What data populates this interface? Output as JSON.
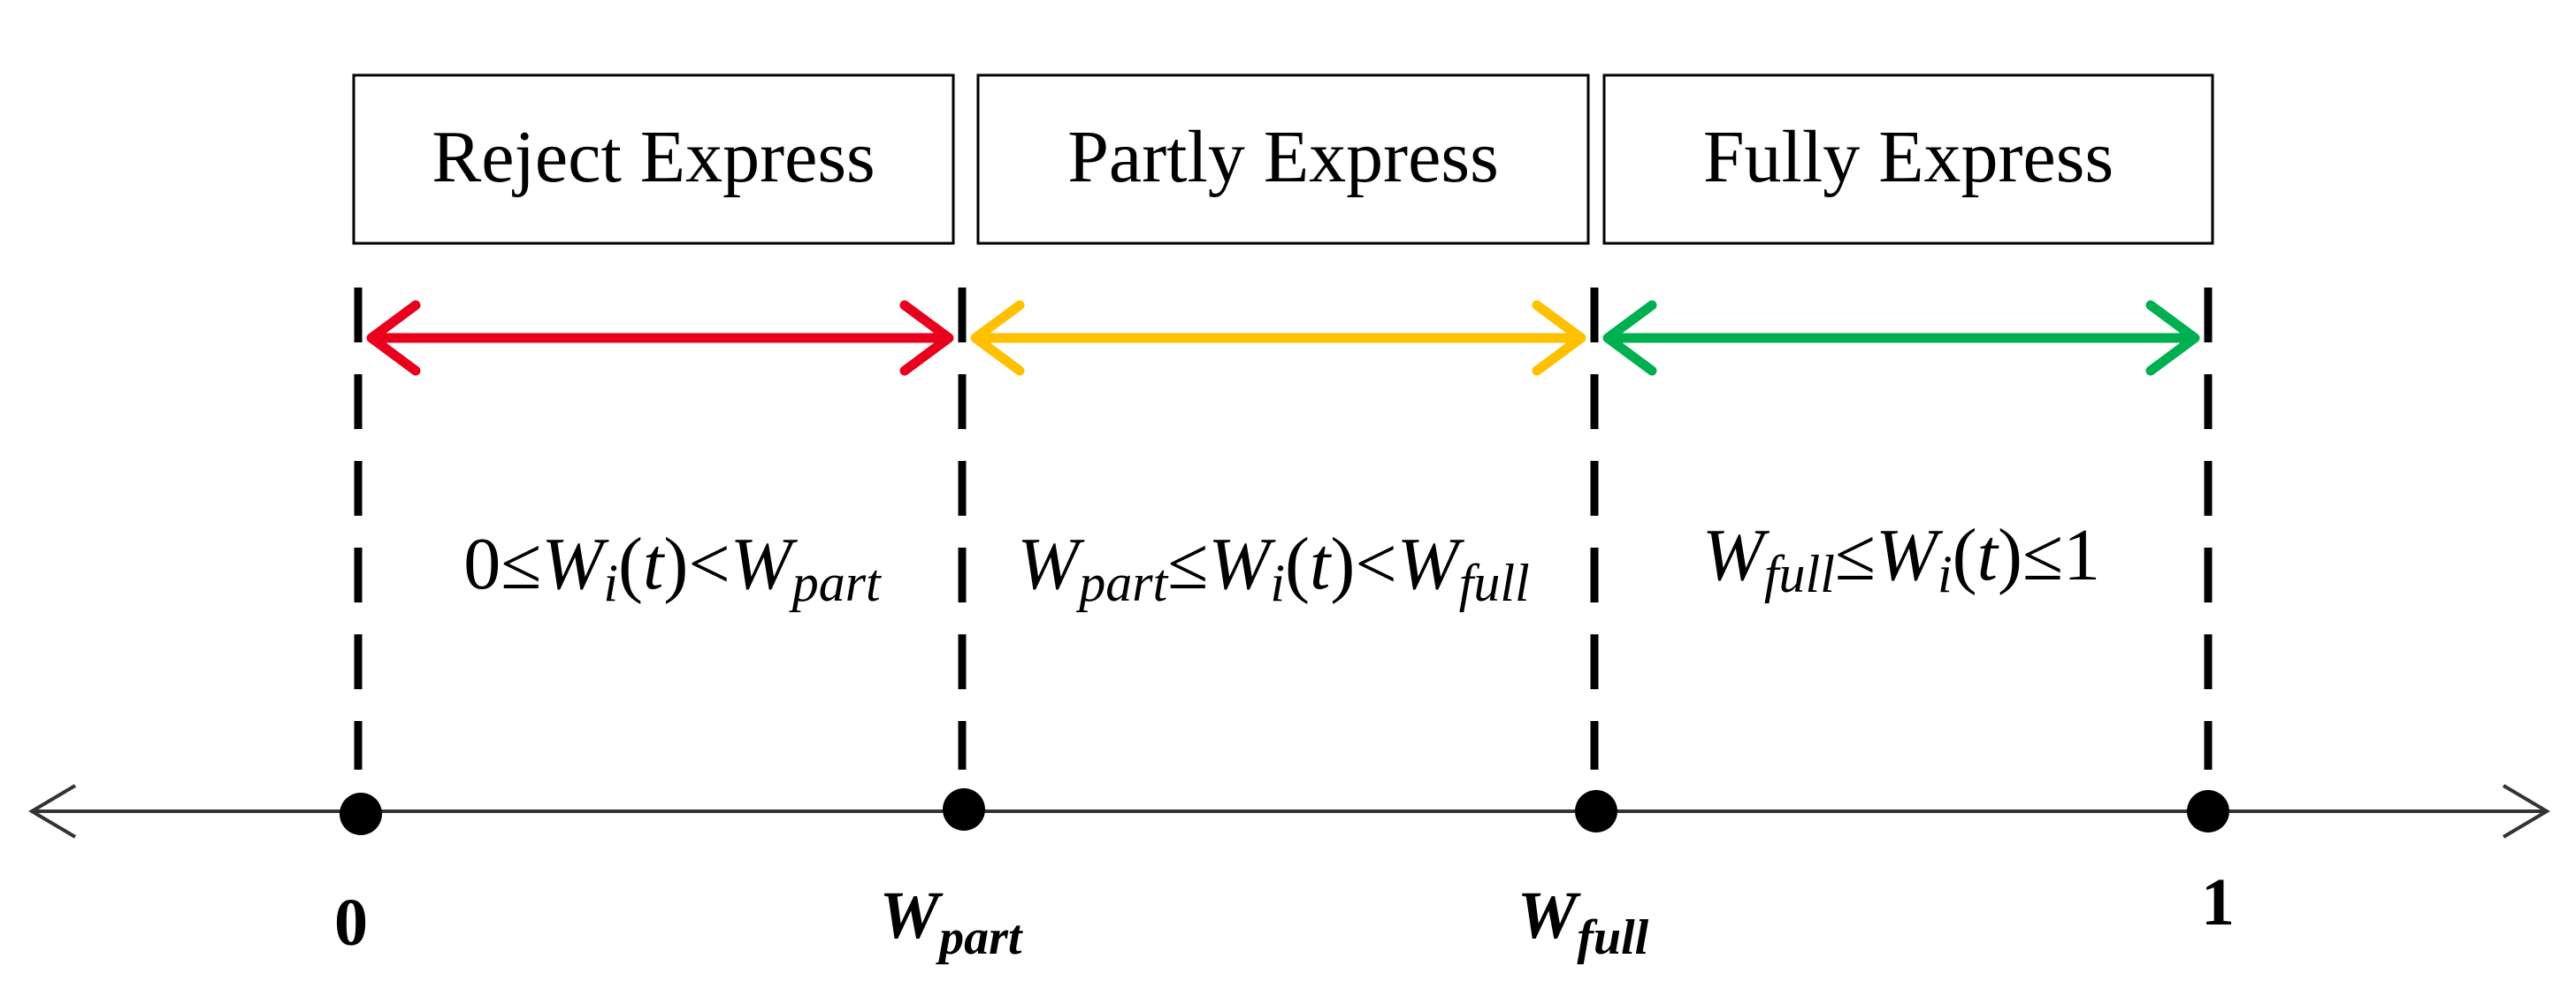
{
  "colors": {
    "reject": "#e8001c",
    "partly": "#ffc000",
    "fully": "#00b050",
    "line": "#000000",
    "axis": "#333333"
  },
  "regions": [
    {
      "label": "Reject Express",
      "condition": {
        "parts": [
          "0≤",
          "W",
          "i",
          "(",
          "t",
          ")<",
          "W",
          "part"
        ]
      }
    },
    {
      "label": "Partly Express",
      "condition": {
        "parts": [
          "W",
          "part",
          "≤",
          "W",
          "i",
          "(",
          "t",
          ")<",
          "W",
          "full"
        ]
      }
    },
    {
      "label": "Fully Express",
      "condition": {
        "parts": [
          "W",
          "full",
          "≤",
          "W",
          "i",
          "(",
          "t",
          ")≤1"
        ]
      }
    }
  ],
  "axis_ticks": [
    {
      "main": "0",
      "sub": ""
    },
    {
      "main": "W",
      "sub": "part"
    },
    {
      "main": "W",
      "sub": "full"
    },
    {
      "main": "1",
      "sub": ""
    }
  ]
}
